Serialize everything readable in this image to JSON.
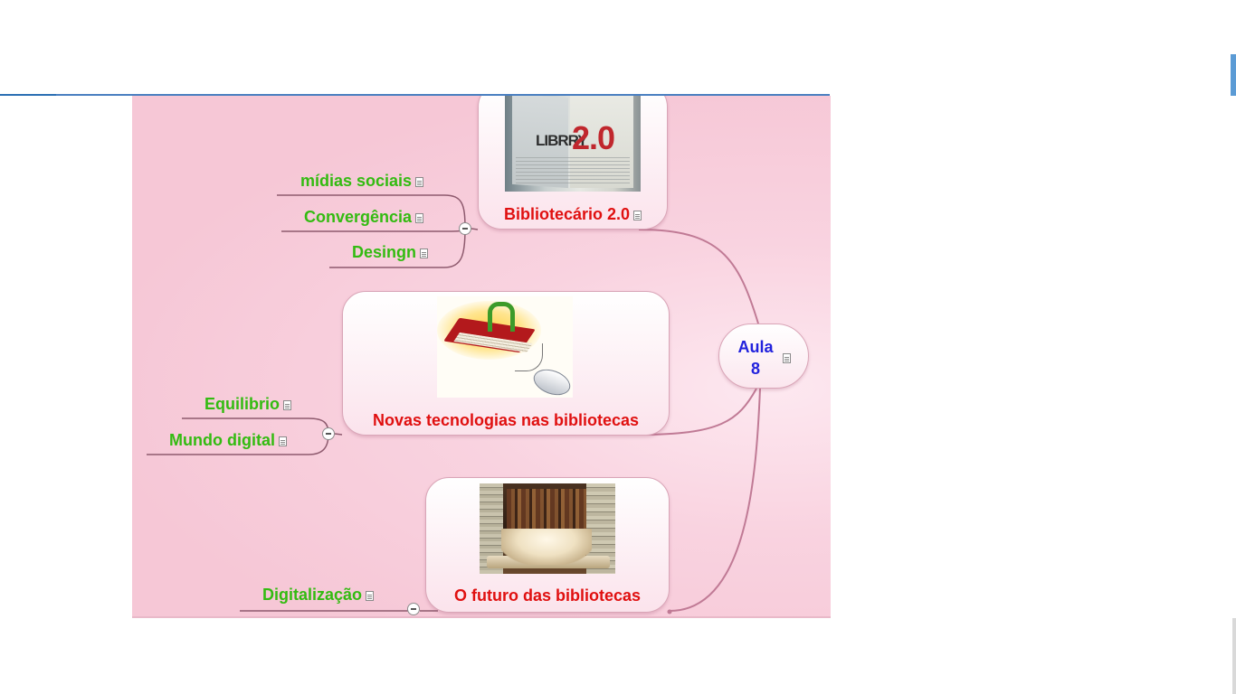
{
  "mindmap": {
    "central": {
      "label": "Aula 8"
    },
    "branches": [
      {
        "title": "Bibliotecário 2.0",
        "image_text": [
          "LIBRRY",
          "2.0"
        ],
        "image_icon": "library-2-0-book-photo",
        "children": [
          "mídias sociais",
          "Convergência",
          "Desingn"
        ]
      },
      {
        "title": "Novas tecnologias nas bibliotecas",
        "image_icon": "book-worm-mouse-illustration",
        "children": [
          "Equilibrio",
          "Mundo digital"
        ]
      },
      {
        "title": "O futuro das bibliotecas",
        "image_icon": "open-books-library-photo",
        "children": [
          "Digitalização"
        ]
      }
    ]
  },
  "colors": {
    "canvas_bg": "#f6c7d6",
    "central_text": "#2222dd",
    "topic_text": "#e01010",
    "subtopic_text": "#33bb11",
    "connector": "#c07a95",
    "subconnector": "#8e5a6e"
  }
}
